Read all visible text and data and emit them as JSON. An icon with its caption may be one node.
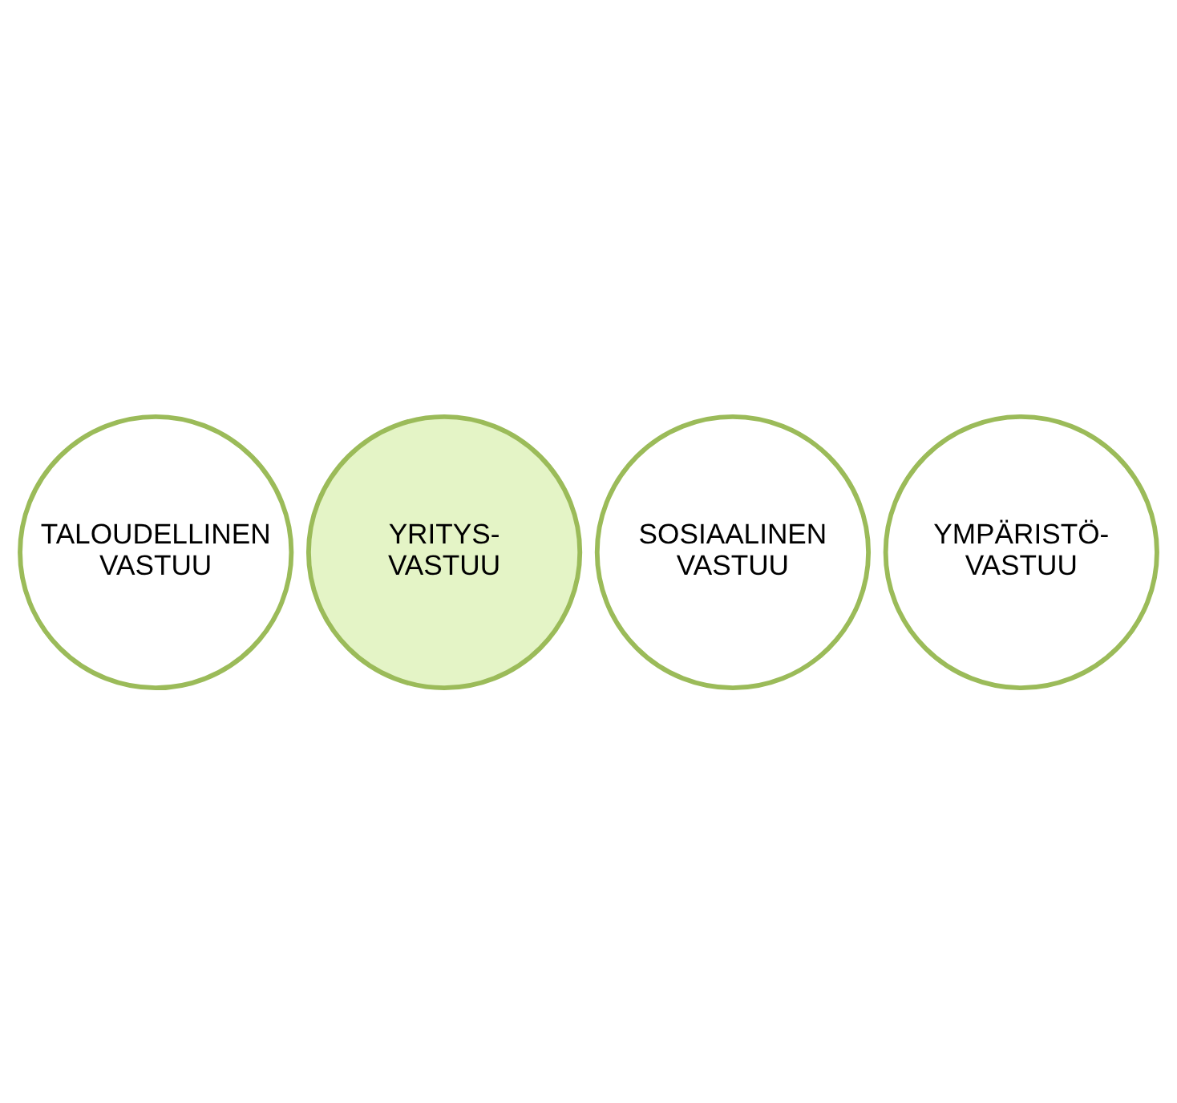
{
  "diagram": {
    "nodes": [
      {
        "text": [
          "TALOUDELLINEN VASTUU"
        ]
      },
      {
        "text": [
          "YRITYS- VASTUU"
        ]
      },
      {
        "text": [
          "SOSIAALINEN VASTUU"
        ]
      },
      {
        "text": [
          "YMPÄRISTÖ- VASTUU"
        ]
      }
    ],
    "edges": []
  }
}
